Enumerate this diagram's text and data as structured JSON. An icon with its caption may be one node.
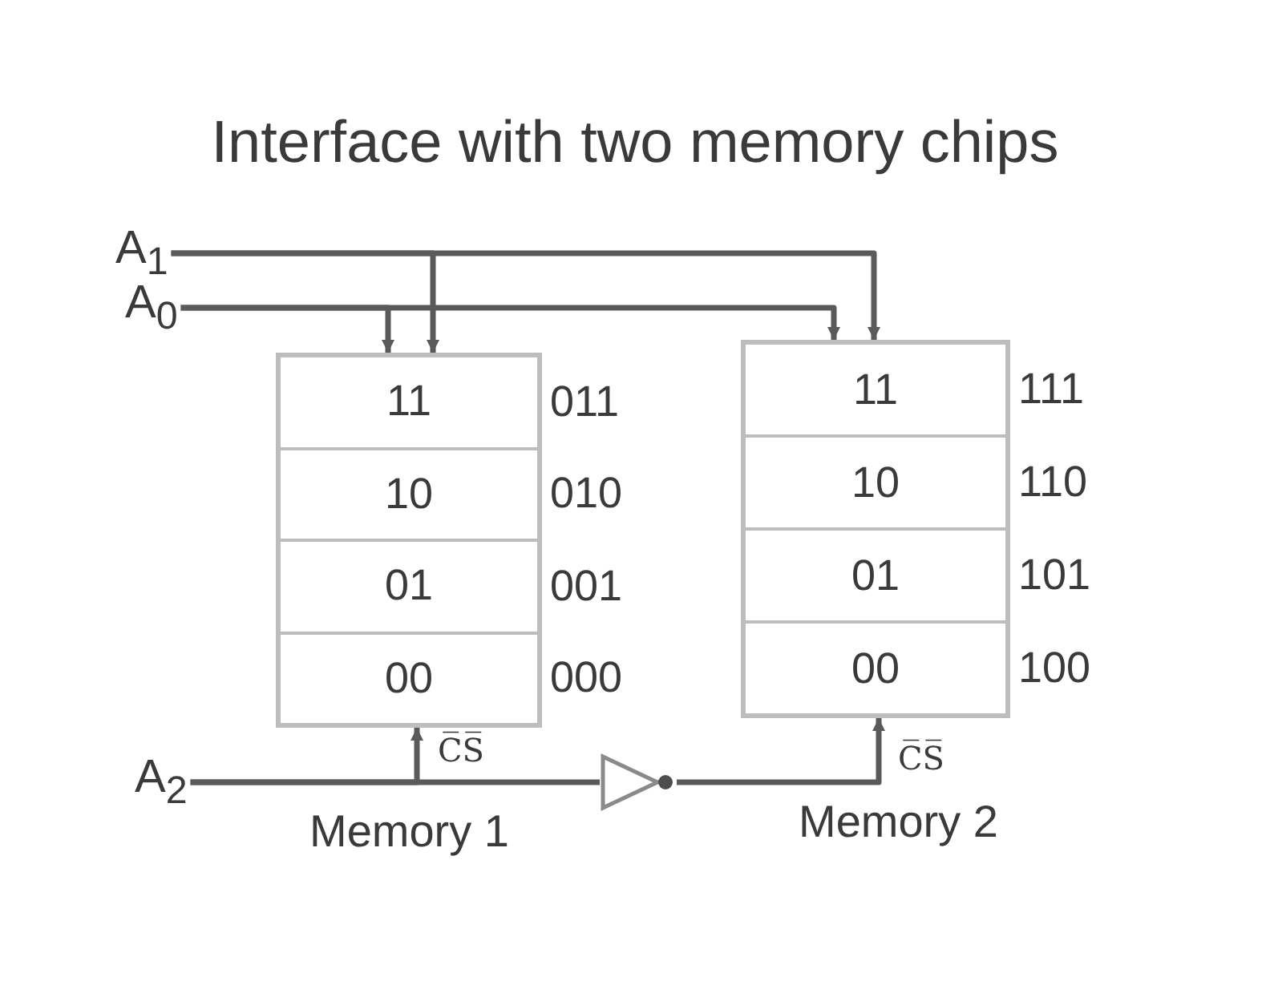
{
  "diagram": {
    "title": "Interface with two memory chips",
    "nodes": [
      {
        "text": [
          "A$_{1}$"
        ]
      },
      {
        "text": [
          "A$_{0}$"
        ]
      },
      {
        "text": [
          "Memory 1"
        ]
      },
      {
        "text": [
          "11"
        ],
        "in": 2,
        "beside": [
          "011"
        ]
      },
      {
        "text": [
          "10"
        ],
        "in": 2,
        "beside": [
          "010"
        ]
      },
      {
        "text": [
          "01"
        ],
        "in": 2,
        "beside": [
          "001"
        ]
      },
      {
        "text": [
          "00"
        ],
        "in": 2,
        "beside": [
          "000"
        ]
      },
      {
        "text": [
          "Memory 2"
        ]
      },
      {
        "text": [
          "11"
        ],
        "in": 7,
        "beside": [
          "111"
        ]
      },
      {
        "text": [
          "10"
        ],
        "in": 7,
        "beside": [
          "110"
        ]
      },
      {
        "text": [
          "01"
        ],
        "in": 7,
        "beside": [
          "101"
        ]
      },
      {
        "text": [
          "00"
        ],
        "in": 7,
        "beside": [
          "100"
        ]
      },
      {
        "text": [
          "A$_{2}$"
        ]
      },
      {
        "text": [],
        "shape": "triangle"
      }
    ],
    "edges": [
      {
        "from": 0,
        "to": 2,
        "arrow": "to"
      },
      {
        "from": 0,
        "to": 7,
        "arrow": "to"
      },
      {
        "from": 1,
        "to": 2,
        "arrow": "to"
      },
      {
        "from": 1,
        "to": 7,
        "arrow": "to"
      },
      {
        "from": 12,
        "to": 2,
        "arrow": "to"
      },
      {
        "from": 12,
        "to": 13,
        "arrow": "none"
      },
      {
        "from": 13,
        "to": 7,
        "arrow": "to"
      }
    ],
    "labels": [
      "C̅S̅",
      "C̅S̅"
    ]
  }
}
